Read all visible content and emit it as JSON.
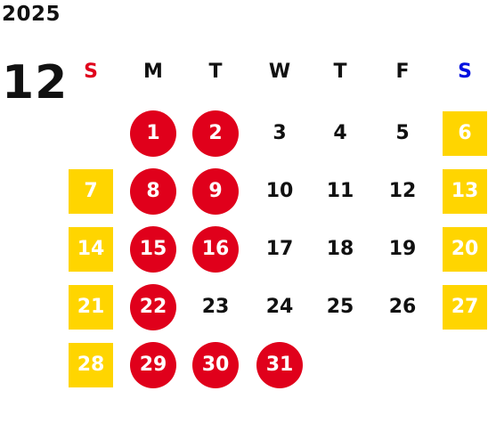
{
  "year": "2025",
  "month": "12",
  "weekdays": [
    {
      "label": "S",
      "color": "#e0001b"
    },
    {
      "label": "M",
      "color": "#111111"
    },
    {
      "label": "T",
      "color": "#111111"
    },
    {
      "label": "W",
      "color": "#111111"
    },
    {
      "label": "T",
      "color": "#111111"
    },
    {
      "label": "F",
      "color": "#111111"
    },
    {
      "label": "S",
      "color": "#0010e0"
    }
  ],
  "days": [
    {
      "label": "1",
      "type": "holiday"
    },
    {
      "label": "2",
      "type": "holiday"
    },
    {
      "label": "3",
      "type": "normal"
    },
    {
      "label": "4",
      "type": "normal"
    },
    {
      "label": "5",
      "type": "normal"
    },
    {
      "label": "6",
      "type": "weekend"
    },
    {
      "label": "7",
      "type": "weekend"
    },
    {
      "label": "8",
      "type": "holiday"
    },
    {
      "label": "9",
      "type": "holiday"
    },
    {
      "label": "10",
      "type": "normal"
    },
    {
      "label": "11",
      "type": "normal"
    },
    {
      "label": "12",
      "type": "normal"
    },
    {
      "label": "13",
      "type": "weekend"
    },
    {
      "label": "14",
      "type": "weekend"
    },
    {
      "label": "15",
      "type": "holiday"
    },
    {
      "label": "16",
      "type": "holiday"
    },
    {
      "label": "17",
      "type": "normal"
    },
    {
      "label": "18",
      "type": "normal"
    },
    {
      "label": "19",
      "type": "normal"
    },
    {
      "label": "20",
      "type": "weekend"
    },
    {
      "label": "21",
      "type": "weekend"
    },
    {
      "label": "22",
      "type": "holiday"
    },
    {
      "label": "23",
      "type": "normal"
    },
    {
      "label": "24",
      "type": "normal"
    },
    {
      "label": "25",
      "type": "normal"
    },
    {
      "label": "26",
      "type": "normal"
    },
    {
      "label": "27",
      "type": "weekend"
    },
    {
      "label": "28",
      "type": "weekend"
    },
    {
      "label": "29",
      "type": "holiday"
    },
    {
      "label": "30",
      "type": "holiday"
    },
    {
      "label": "31",
      "type": "holiday"
    }
  ],
  "colors": {
    "holiday": "#e0001b",
    "weekend": "#ffd500",
    "text": "#111111",
    "text_on_mark": "#ffffff"
  }
}
